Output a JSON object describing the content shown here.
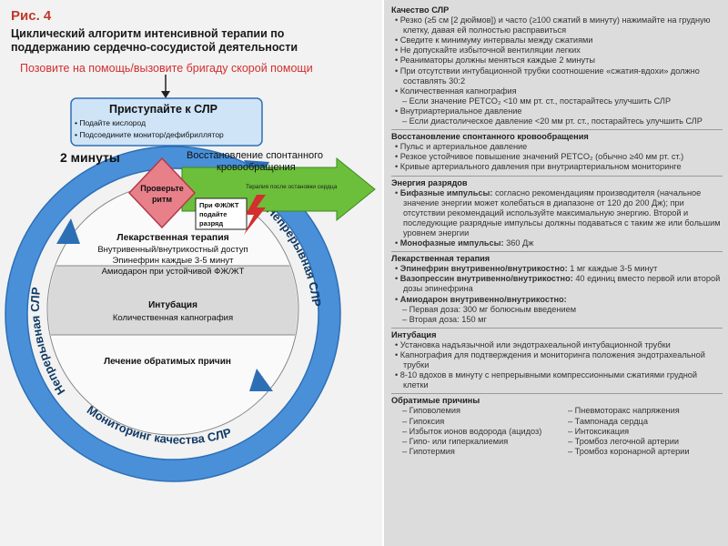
{
  "figure_label": "Рис. 4",
  "title_line1": "Циклический алгоритм интенсивной терапии по",
  "title_line2": "поддержанию сердечно-сосудистой деятельности",
  "call_help": "Позовите на помощь/вызовите бригаду скорой помощи",
  "start_box": {
    "title": "Приступайте к СЛР",
    "items": [
      "Подайте кислород",
      "Подсоедините монитор/дефибриллятор"
    ]
  },
  "two_minutes": "2 минуты",
  "rosc_arrow": {
    "line1": "Восстановление спонтанного",
    "line2": "кровообращения"
  },
  "post_arrest": "Терапия после остановки сердца",
  "check_rhythm": {
    "line1": "Проверьте",
    "line2": "ритм"
  },
  "shock_box": {
    "line1": "При ФЖ/ЖТ",
    "line2": "подайте",
    "line3": "разряд"
  },
  "drug_section": {
    "title": "Лекарственная терапия",
    "lines": [
      "Внутривенный/внутрикостный доступ",
      "Эпинефрин каждые 3-5 минут",
      "Амиодарон при устойчивой ФЖ/ЖТ"
    ]
  },
  "intubation_section": {
    "title": "Интубация",
    "line": "Количественная капнография"
  },
  "reversible_section": {
    "title": "Лечение обратимых причин"
  },
  "ring_left": "Непрерывная СЛР",
  "ring_right": "Непрерывная СЛР",
  "ring_bottom": "Мониторинг качества СЛР",
  "panel": {
    "quality": {
      "title": "Качество СЛР",
      "items": [
        "Резко (≥5 см [2 дюймов]) и часто (≥100 сжатий в минуту) нажимайте на грудную клетку, давая ей полностью расправиться",
        "Сведите к минимуму интервалы между сжатиями",
        "Не допускайте избыточной вентиляции легких",
        "Реаниматоры должны меняться каждые 2 минуты",
        "При отсутствии интубационной трубки соотношение «сжатия-вдохи» должно составлять 30:2",
        "Количественная капнография"
      ],
      "sub1": "Если значение PETCO₂ <10 мм рт. ст., постарайтесь улучшить СЛР",
      "item7": "Внутриартериальное давление",
      "sub2": "Если диастолическое давление <20 мм рт. ст., постарайтесь улучшить СЛР"
    },
    "rosc": {
      "title": "Восстановление спонтанного кровообращения",
      "items": [
        "Пульс и артериальное давление",
        "Резкое устойчивое повышение значений PETCO₂ (обычно ≥40 мм рт. ст.)",
        "Кривые артериального давления при внутриартериальном мониторинге"
      ]
    },
    "energy": {
      "title": "Энергия разрядов",
      "biphasic_label": "Бифазные импульсы:",
      "biphasic_text": " согласно рекомендациям производителя (начальное значение энергии может колебаться в диапазоне от 120 до 200 Дж); при отсутствии рекомендаций используйте максимальную энергию. Второй и последующие разрядные импульсы должны подаваться с таким же или большим уровнем энергии",
      "mono_label": "Монофазные импульсы:",
      "mono_text": " 360 Дж"
    },
    "drugs": {
      "title": "Лекарственная терапия",
      "epi_label": "Эпинефрин внутривенно/внутрикостно:",
      "epi_text": " 1 мг каждые 3-5 минут",
      "vaso_label": "Вазопрессин внутривенно/внутрикостно:",
      "vaso_text": " 40 единиц вместо первой или второй дозы эпинефрина",
      "amio_label": "Амиодарон внутривенно/внутрикостно:",
      "amio_d1": "Первая доза: 300 мг болюсным введением",
      "amio_d2": "Вторая доза: 150 мг"
    },
    "intubation": {
      "title": "Интубация",
      "items": [
        "Установка надъязычной или эндотрахеальной интубационной трубки",
        "Капнография для подтверждения и мониторинга положения эндотрахеальной трубки",
        "8-10 вдохов в минуту с непрерывными компрессионными сжатиями грудной клетки"
      ]
    },
    "causes": {
      "title": "Обратимые причины",
      "left": [
        "Гиповолемия",
        "Гипоксия",
        "Избыток ионов водорода (ацидоз)",
        "Гипо- или гиперкалиемия",
        "Гипотермия"
      ],
      "right": [
        "Пневмоторакс напряжения",
        "Тампонада сердца",
        "Интоксикация",
        "Тромбоз легочной артерии",
        "Тромбоз коронарной артерии"
      ]
    }
  },
  "colors": {
    "ring": "#4a90d9",
    "red": "#d32f2f",
    "green": "#6cbf3a",
    "diamond": "#e8808a",
    "box": "#cfe4f7"
  }
}
